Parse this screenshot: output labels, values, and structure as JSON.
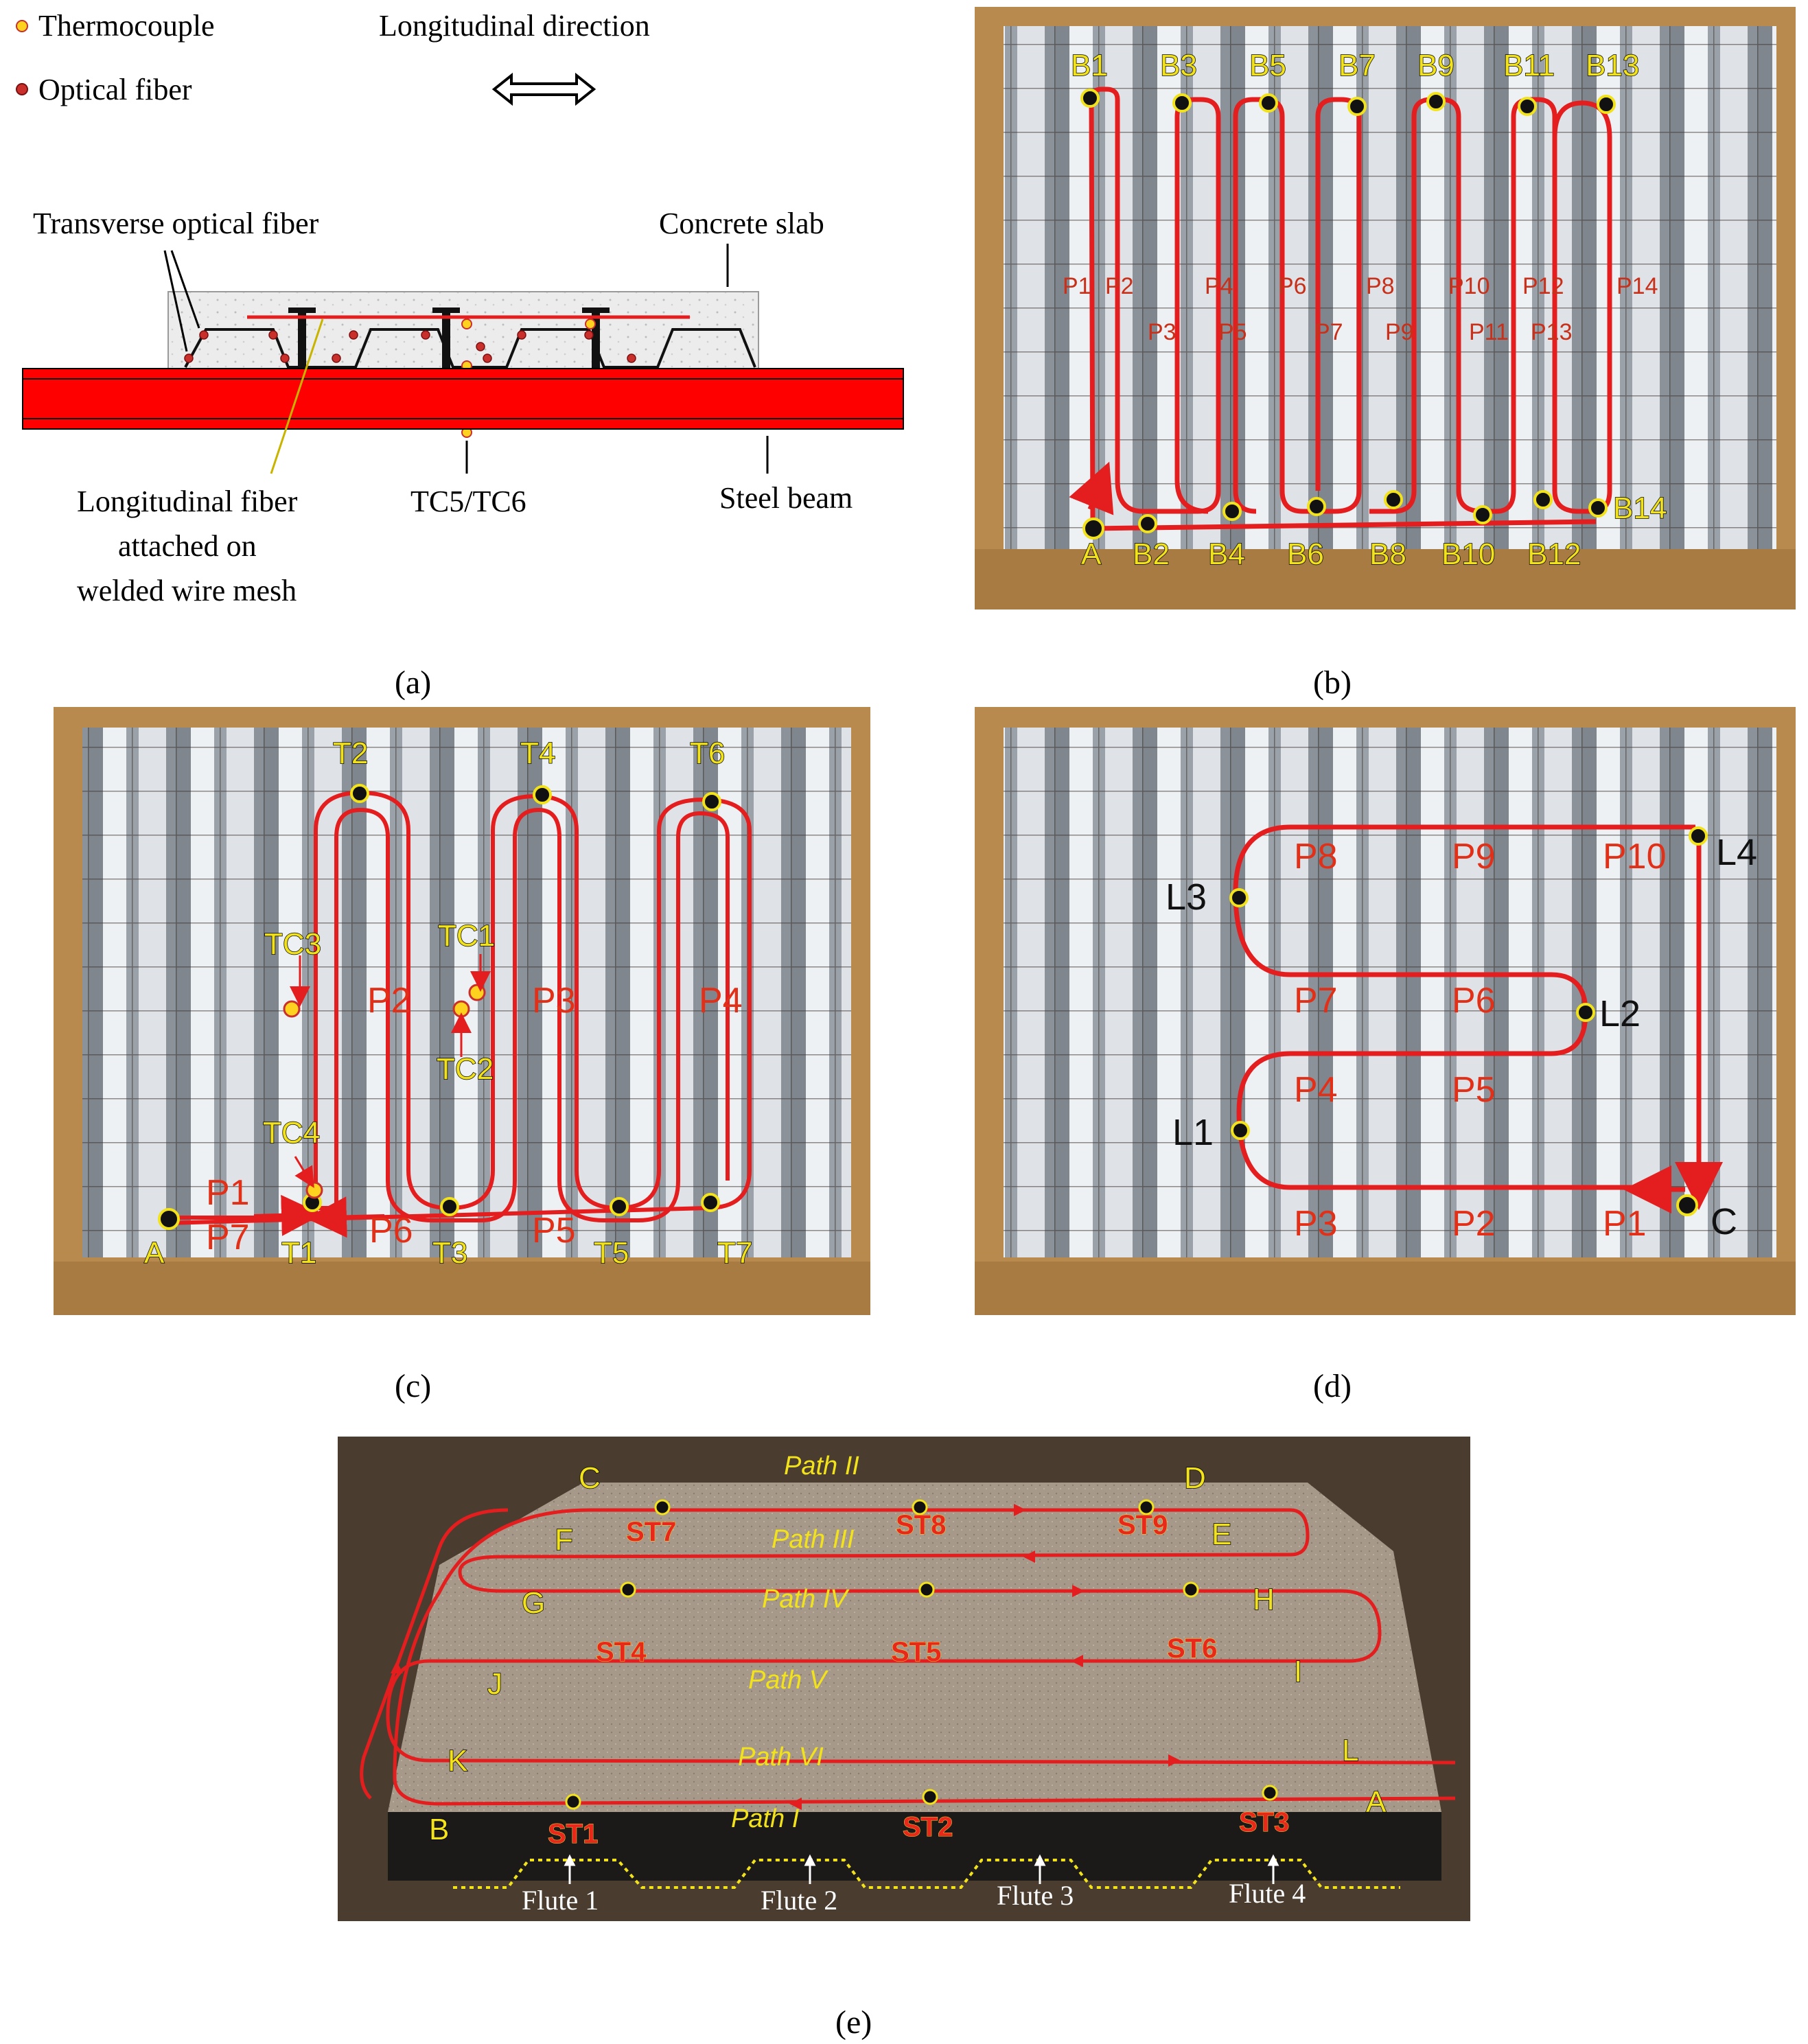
{
  "panel_a": {
    "caption": "(a)",
    "legend_thermocouple": "Thermocouple",
    "legend_optical_fiber": "Optical fiber",
    "longitudinal_direction": "Longitudinal direction",
    "transverse_fiber": "Transverse optical fiber",
    "concrete_slab": "Concrete slab",
    "long_fiber_line1": "Longitudinal fiber",
    "long_fiber_line2": "attached on",
    "long_fiber_line3": "welded wire mesh",
    "tc56": "TC5/TC6",
    "steel_beam": "Steel beam"
  },
  "panel_b": {
    "caption": "(b)",
    "top_points": [
      "B1",
      "B3",
      "B5",
      "B7",
      "B9",
      "B11",
      "B13"
    ],
    "bottom_points": [
      "A",
      "B2",
      "B4",
      "B6",
      "B8",
      "B10",
      "B12",
      "B14"
    ],
    "passes": [
      "P1",
      "P2",
      "P3",
      "P4",
      "P5",
      "P6",
      "P7",
      "P8",
      "P9",
      "P10",
      "P11",
      "P12",
      "P13",
      "P14"
    ]
  },
  "panel_c": {
    "caption": "(c)",
    "top_points": [
      "T2",
      "T4",
      "T6"
    ],
    "bottom_points": [
      "A",
      "T1",
      "T3",
      "T5",
      "T7"
    ],
    "passes": [
      "P1",
      "P2",
      "P3",
      "P4",
      "P5",
      "P6",
      "P7"
    ],
    "thermocouples": [
      "TC1",
      "TC2",
      "TC3",
      "TC4"
    ]
  },
  "panel_d": {
    "caption": "(d)",
    "points": [
      "L1",
      "L2",
      "L3",
      "L4",
      "C"
    ],
    "passes": [
      "P1",
      "P2",
      "P3",
      "P4",
      "P5",
      "P6",
      "P7",
      "P8",
      "P9",
      "P10"
    ]
  },
  "panel_e": {
    "caption": "(e)",
    "letters": [
      "A",
      "B",
      "C",
      "D",
      "E",
      "F",
      "G",
      "H",
      "I",
      "J",
      "K",
      "L"
    ],
    "paths": [
      "Path I",
      "Path II",
      "Path III",
      "Path IV",
      "Path V",
      "Path VI"
    ],
    "stations": [
      "ST1",
      "ST2",
      "ST3",
      "ST4",
      "ST5",
      "ST6",
      "ST7",
      "ST8",
      "ST9"
    ],
    "flutes": [
      "Flute 1",
      "Flute 2",
      "Flute 3",
      "Flute 4"
    ]
  },
  "colors": {
    "fiber_red": "#e41e1e",
    "label_yellow": "#f2e21c",
    "thermocouple_fill": "#ffd21f",
    "wood": "#b88a4e",
    "steel_beam": "#ff0000"
  }
}
